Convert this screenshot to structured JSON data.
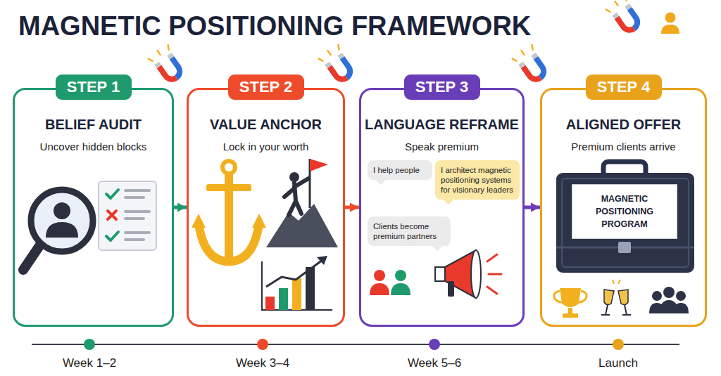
{
  "diagram": {
    "title": "MAGNETIC POSITIONING FRAMEWORK",
    "nodes": [
      {
        "text": [
          "STEP 1",
          "BELIEF AUDIT",
          "Uncover hidden blocks"
        ]
      },
      {
        "text": [
          "STEP 2",
          "VALUE ANCHOR",
          "Lock in your worth"
        ]
      },
      {
        "text": [
          "STEP 3",
          "LANGUAGE REFRAME",
          "Speak premium"
        ]
      },
      {
        "text": [
          "I help people"
        ],
        "in": 2
      },
      {
        "text": [
          "I architect magnetic positioning systems for visionary leaders"
        ],
        "in": 2
      },
      {
        "text": [
          "Clients become premium partners"
        ],
        "in": 2
      },
      {
        "text": [
          "STEP 4",
          "ALIGNED OFFER",
          "Premium clients arrive"
        ]
      },
      {
        "text": [
          "MAGNETIC POSITIONING PROGRAM"
        ],
        "in": 6
      }
    ],
    "edges": [
      {
        "from": 0,
        "to": 1,
        "arrow": "to"
      },
      {
        "from": 1,
        "to": 2,
        "arrow": "to"
      },
      {
        "from": 2,
        "to": 6,
        "arrow": "to"
      }
    ],
    "labels": [
      "Week 1–2",
      "Week 3–4",
      "Week 5–6",
      "Launch"
    ]
  }
}
